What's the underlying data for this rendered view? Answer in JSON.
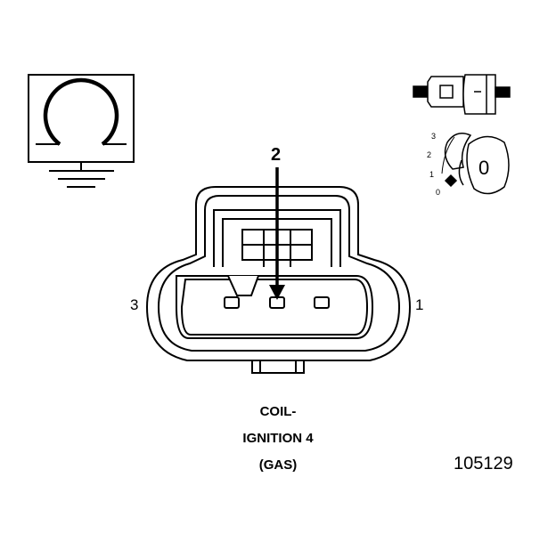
{
  "diagram": {
    "pin_labels": {
      "pin_left": "3",
      "pin_top": "2",
      "pin_right": "1"
    },
    "caption": {
      "line1": "COIL-",
      "line2": "IGNITION 4",
      "line3": "(GAS)"
    },
    "reference_number": "105129",
    "locking_dial": {
      "scale": [
        "3",
        "2",
        "1",
        "0"
      ],
      "position": "0"
    },
    "icons": {
      "symbol": "ground-symbol-icon",
      "connector": "inline-connector-icon",
      "lock": "locking-dial-icon"
    }
  }
}
